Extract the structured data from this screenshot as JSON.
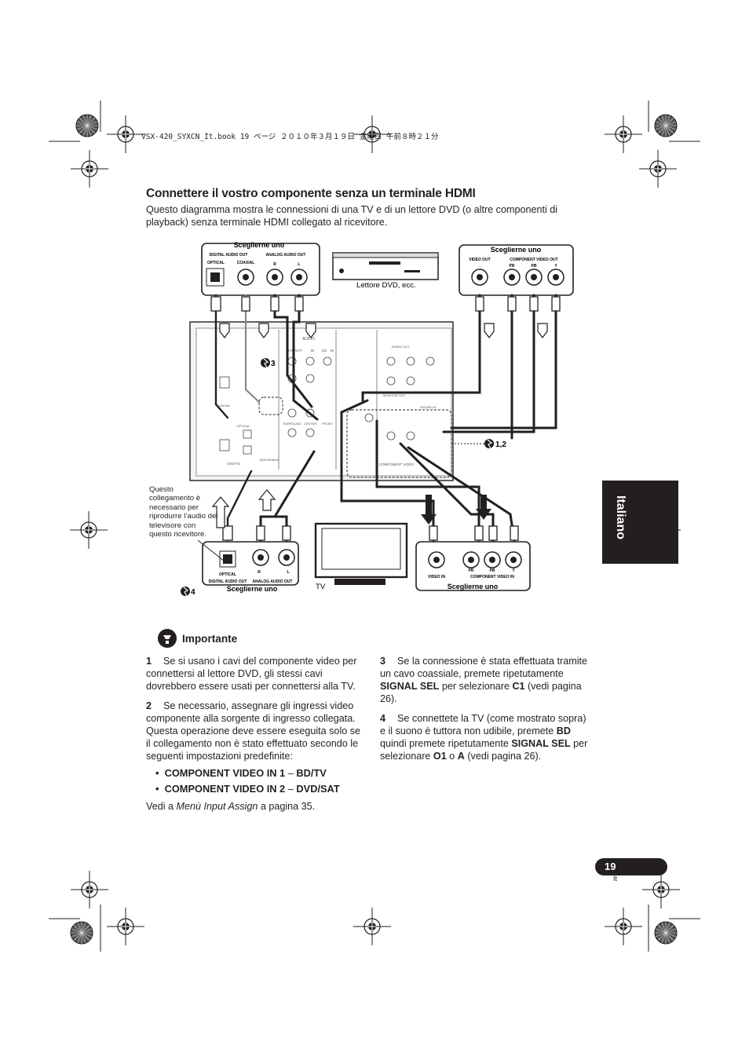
{
  "header": {
    "book_line": "VSX-420_SYXCN_It.book  19 ページ  ２０１０年３月１９日  金曜日  午前８時２１分"
  },
  "section": {
    "title": "Connettere il vostro componente senza un terminale HDMI",
    "intro": "Questo diagramma mostra le connessioni di una TV e di un lettore DVD (o altre componenti di playback) senza terminale HDMI collegato al ricevitore."
  },
  "diagram": {
    "choose_one": "Sceglierne uno",
    "digital_audio_out": "DIGITAL AUDIO OUT",
    "analog_audio_out": "ANALOG AUDIO OUT",
    "optical": "OPTICAL",
    "coaxial": "COAXIAL",
    "r": "R",
    "l": "L",
    "video_out": "VIDEO OUT",
    "component_video_out": "COMPONENT VIDEO OUT",
    "video_in": "VIDEO IN",
    "component_video_in": "COMPONENT VIDEO IN",
    "pr": "PR",
    "pb": "PB",
    "y": "Y",
    "dvd_label": "Lettore DVD, ecc.",
    "tv_label": "TV",
    "callout_3": "3",
    "callout_12": "1,2",
    "callout_4": "4",
    "side_note": "Questo collegamento è necessario per riprodurre l’audio del televisore con questo ricevitore.",
    "receiver_labels": [
      "AUDIO",
      "DVR/SAT",
      "IN",
      "CD",
      "IN",
      "MONITOR OUT",
      "DVD/BD IN",
      "COMPONENT VIDEO",
      "ZONE2 OUT",
      "ASSIGNABLE",
      "DIGITAL",
      "OPTICAL",
      "COAXIAL",
      "SURROUND",
      "CENTER",
      "FRONT"
    ]
  },
  "important": {
    "heading": "Importante"
  },
  "steps_left": [
    {
      "num": "1",
      "text": "Se si usano i cavi del componente video per connettersi al lettore DVD, gli stessi cavi dovrebbero essere usati per connettersi alla TV."
    },
    {
      "num": "2",
      "text": "Se necessario, assegnare gli ingressi video componente alla sorgente di ingresso collegata."
    }
  ],
  "step2_extra": "Questa operazione deve essere eseguita solo se il collegamento non è stato effettuato secondo le seguenti impostazioni predefinite:",
  "bullets": [
    {
      "a": "COMPONENT VIDEO IN 1",
      "sep": " – ",
      "b": "BD/TV"
    },
    {
      "a": "COMPONENT VIDEO IN 2",
      "sep": " – ",
      "b": "DVD/SAT"
    }
  ],
  "see_also": {
    "pre": "Vedi a ",
    "em": "Menù Input Assign",
    "post": " a pagina 35."
  },
  "step3": {
    "num": "3",
    "t1": "Se la connessione è stata effettuata tramite un cavo coassiale, premete ripetutamente ",
    "b1": "SIGNAL SEL",
    "t2": " per selezionare ",
    "b2": "C1",
    "t3": " (vedi pagina 26)."
  },
  "step4": {
    "num": "4",
    "t1": "Se connettete la TV (come mostrato sopra) e il suono è tuttora non udibile, premete ",
    "b1": "BD",
    "t2": " quindi premete ripetutamente ",
    "b2": "SIGNAL SEL",
    "t3": " per selezionare ",
    "b3": "O1",
    "t4": " o ",
    "b4": "A",
    "t5": " (vedi pagina 26)."
  },
  "side_tab": {
    "label": "Italiano"
  },
  "footer": {
    "page": "19",
    "lang": "It"
  }
}
